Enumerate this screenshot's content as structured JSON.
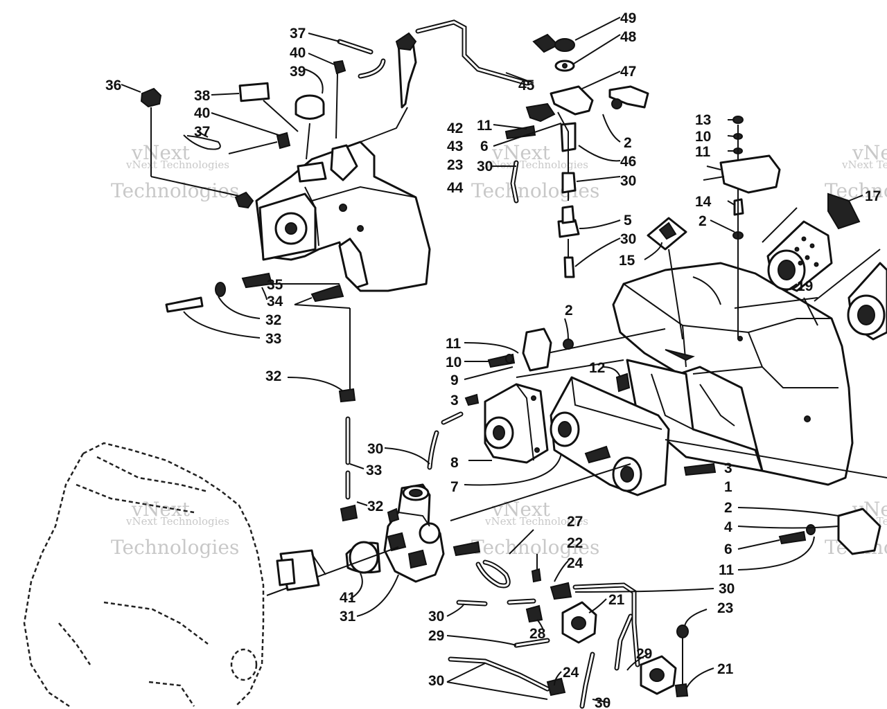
{
  "watermark": {
    "line1": "vNext",
    "line2": "Technologies",
    "full": "vNext Technologies"
  },
  "callouts": [
    {
      "id": "c49",
      "text": "49"
    },
    {
      "id": "c48",
      "text": "48"
    },
    {
      "id": "c47",
      "text": "47"
    },
    {
      "id": "c45",
      "text": "45"
    },
    {
      "id": "c37a",
      "text": "37"
    },
    {
      "id": "c40a",
      "text": "40"
    },
    {
      "id": "c39",
      "text": "39"
    },
    {
      "id": "c36",
      "text": "36"
    },
    {
      "id": "c38",
      "text": "38"
    },
    {
      "id": "c40b",
      "text": "40"
    },
    {
      "id": "c37b",
      "text": "37"
    },
    {
      "id": "c42",
      "text": "42"
    },
    {
      "id": "c43",
      "text": "43"
    },
    {
      "id": "c23a",
      "text": "23"
    },
    {
      "id": "c44",
      "text": "44"
    },
    {
      "id": "c11a",
      "text": "11"
    },
    {
      "id": "c6a",
      "text": "6"
    },
    {
      "id": "c30a",
      "text": "30"
    },
    {
      "id": "c46",
      "text": "46"
    },
    {
      "id": "c30b",
      "text": "30"
    },
    {
      "id": "c2a",
      "text": "2"
    },
    {
      "id": "c5",
      "text": "5"
    },
    {
      "id": "c30c",
      "text": "30"
    },
    {
      "id": "c13",
      "text": "13"
    },
    {
      "id": "c10a",
      "text": "10"
    },
    {
      "id": "c11b",
      "text": "11"
    },
    {
      "id": "c14",
      "text": "14"
    },
    {
      "id": "c2b",
      "text": "2"
    },
    {
      "id": "c17",
      "text": "17"
    },
    {
      "id": "c15",
      "text": "15"
    },
    {
      "id": "c19",
      "text": "19"
    },
    {
      "id": "c35",
      "text": "35"
    },
    {
      "id": "c34",
      "text": "34"
    },
    {
      "id": "c32a",
      "text": "32"
    },
    {
      "id": "c33a",
      "text": "33"
    },
    {
      "id": "c2c",
      "text": "2"
    },
    {
      "id": "c11c",
      "text": "11"
    },
    {
      "id": "c10b",
      "text": "10"
    },
    {
      "id": "c9",
      "text": "9"
    },
    {
      "id": "c12",
      "text": "12"
    },
    {
      "id": "c3a",
      "text": "3"
    },
    {
      "id": "c32b",
      "text": "32"
    },
    {
      "id": "c30d",
      "text": "30"
    },
    {
      "id": "c8",
      "text": "8"
    },
    {
      "id": "c33b",
      "text": "33"
    },
    {
      "id": "c7",
      "text": "7"
    },
    {
      "id": "c3b",
      "text": "3"
    },
    {
      "id": "c1",
      "text": "1"
    },
    {
      "id": "c32c",
      "text": "32"
    },
    {
      "id": "c2d",
      "text": "2"
    },
    {
      "id": "c4",
      "text": "4"
    },
    {
      "id": "c27",
      "text": "27"
    },
    {
      "id": "c22",
      "text": "22"
    },
    {
      "id": "c6b",
      "text": "6"
    },
    {
      "id": "c24a",
      "text": "24"
    },
    {
      "id": "c11d",
      "text": "11"
    },
    {
      "id": "c30e",
      "text": "30"
    },
    {
      "id": "c41",
      "text": "41"
    },
    {
      "id": "c31",
      "text": "31"
    },
    {
      "id": "c21a",
      "text": "21"
    },
    {
      "id": "c23b",
      "text": "23"
    },
    {
      "id": "c30f",
      "text": "30"
    },
    {
      "id": "c28",
      "text": "28"
    },
    {
      "id": "c29a",
      "text": "29"
    },
    {
      "id": "c29b",
      "text": "29"
    },
    {
      "id": "c21b",
      "text": "21"
    },
    {
      "id": "c30g",
      "text": "30"
    },
    {
      "id": "c24b",
      "text": "24"
    },
    {
      "id": "c30h",
      "text": "30"
    }
  ]
}
